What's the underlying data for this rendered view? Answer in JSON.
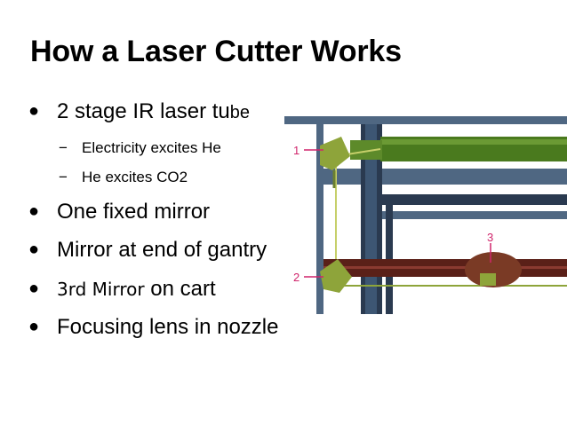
{
  "slide": {
    "title": "How a Laser Cutter Works",
    "bullet_marker": "●",
    "sub_marker": "−",
    "bullets": [
      {
        "text": "2 stage IR laser tu",
        "suffix": "be"
      },
      {
        "text": "One fixed mirror"
      },
      {
        "text": "Mirror at end of gantry"
      },
      {
        "alt": "3rd Mirror",
        "text": " on cart"
      },
      {
        "text": "Focusing lens in nozzle"
      }
    ],
    "subs": [
      "Electricity excites He",
      "He excites CO2"
    ]
  },
  "figure": {
    "labels": [
      "1",
      "2",
      "3"
    ],
    "colors": {
      "frame": "#2a3a50",
      "rail": "#4f6782",
      "tube": "#4a7a1e",
      "mirror": "#8ea43a",
      "belt": "#5a2018",
      "cart": "#7a3a25",
      "label": "#d0246b"
    }
  }
}
